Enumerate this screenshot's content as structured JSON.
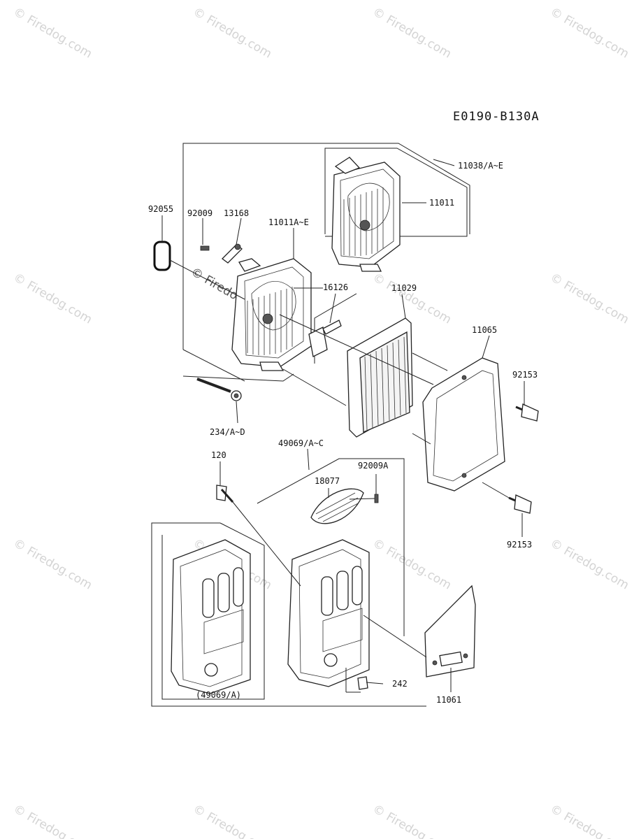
{
  "diagram": {
    "code": "E0190-B130A",
    "parts": {
      "p92055": "92055",
      "p92009": "92009",
      "p13168": "13168",
      "p11011AE": "11011A~E",
      "p11038AE": "11038/A~E",
      "p11011": "11011",
      "p16126": "16126",
      "p11029": "11029",
      "p11065": "11065",
      "p92153a": "92153",
      "p234AD": "234/A~D",
      "p49069AC": "49069/A~C",
      "p120": "120",
      "p92009A": "92009A",
      "p18077": "18077",
      "p92153b": "92153",
      "p242": "242",
      "p11061": "11061",
      "p49069A": "(49069/A)"
    },
    "watermark": "© Firedog.com"
  }
}
